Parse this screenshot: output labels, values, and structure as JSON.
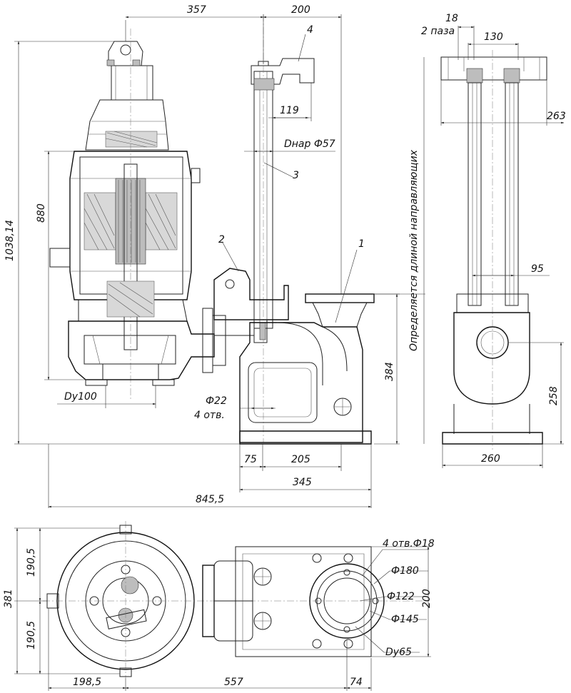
{
  "dimensions": {
    "top_357": "357",
    "top_200": "200",
    "right_18": "18",
    "right_2_paza": "2 паза",
    "right_130": "130",
    "right_263": "263",
    "right_95": "95",
    "right_258": "258",
    "right_260": "260",
    "dim_119": "119",
    "dnar": "Dнар Ф57",
    "left_880": "880",
    "left_1038": "1038,14",
    "dy100": "Dy100",
    "hole22": "Ф22",
    "hole22_count": "4 отв.",
    "v_384": "384",
    "b_75": "75",
    "b_205": "205",
    "b_345": "345",
    "b_845": "845,5",
    "plan_381": "381",
    "plan_190_top": "190,5",
    "plan_190_bot": "190,5",
    "plan_198": "198,5",
    "plan_557": "557",
    "plan_74": "74",
    "plan_200": "200",
    "holes18": "4 отв.Ф18",
    "d180": "Ф180",
    "d122": "Ф122",
    "d145": "Ф145",
    "dy65": "Dy65"
  },
  "callouts": {
    "c1": "1",
    "c2": "2",
    "c3": "3",
    "c4": "4"
  },
  "note_vertical": "Определяется длиной направляющих"
}
